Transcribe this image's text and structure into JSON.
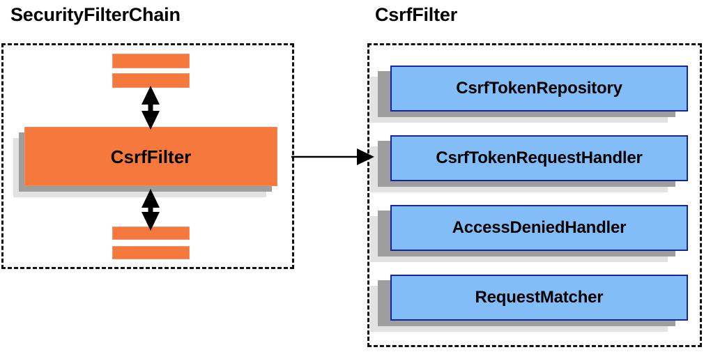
{
  "diagram": {
    "title_left": "SecurityFilterChain",
    "title_right": "CsrfFilter",
    "colors": {
      "orange_fill": "#f5793c",
      "orange_border": "#f08b5a",
      "blue_fill": "#83bdf7",
      "blue_border": "#16249c",
      "shadow_near": "#9e9e9e",
      "shadow_far": "#e2e2e2",
      "dashed_border": "#111111",
      "text": "#000000",
      "background": "#ffffff"
    }
  },
  "chain_panel": {
    "title": "SecurityFilterChain",
    "filters_above": [
      {
        "label": ""
      },
      {
        "label": ""
      }
    ],
    "highlighted_filter": {
      "label": "CsrfFilter"
    },
    "filters_below": [
      {
        "label": ""
      },
      {
        "label": ""
      }
    ],
    "connector_above": "double-headed-vertical-arrow",
    "connector_below": "double-headed-vertical-arrow"
  },
  "filter_panel": {
    "title": "CsrfFilter",
    "collaborators": [
      {
        "label": "CsrfTokenRepository"
      },
      {
        "label": "CsrfTokenRequestHandler"
      },
      {
        "label": "AccessDeniedHandler"
      },
      {
        "label": "RequestMatcher"
      }
    ]
  },
  "link": {
    "from": "CsrfFilter",
    "to": "CsrfFilter detail panel",
    "style": "single-headed-horizontal-arrow"
  }
}
